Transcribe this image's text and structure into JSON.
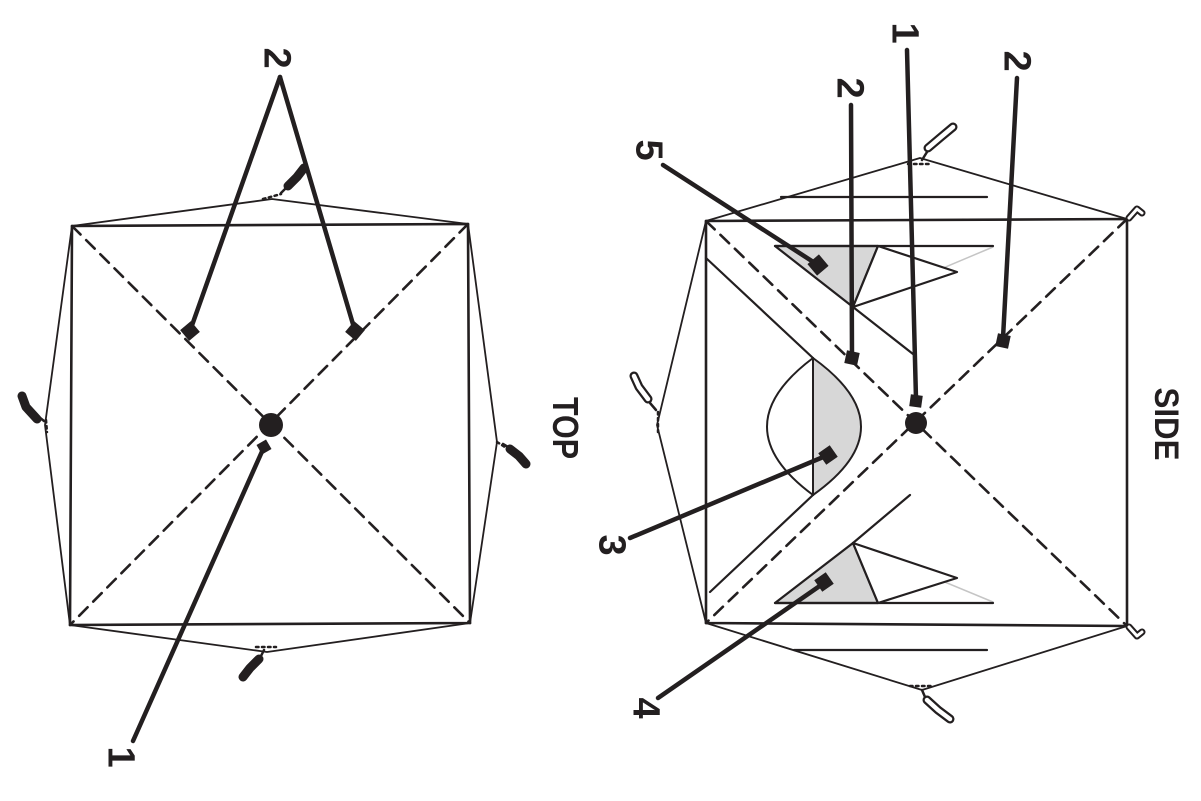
{
  "colors": {
    "ink": "#231f20",
    "shade": "#d7d7d7",
    "flap_edge": "#c5c5c5",
    "background": "#ffffff"
  },
  "diagrams": {
    "top_view": {
      "title": "TOP",
      "callouts": [
        {
          "label": "2"
        },
        {
          "label": "1"
        }
      ]
    },
    "side_view": {
      "title": "SIDE",
      "callouts": [
        {
          "label": "5"
        },
        {
          "label": "2"
        },
        {
          "label": "1"
        },
        {
          "label": "2"
        },
        {
          "label": "3"
        },
        {
          "label": "4"
        }
      ]
    }
  }
}
